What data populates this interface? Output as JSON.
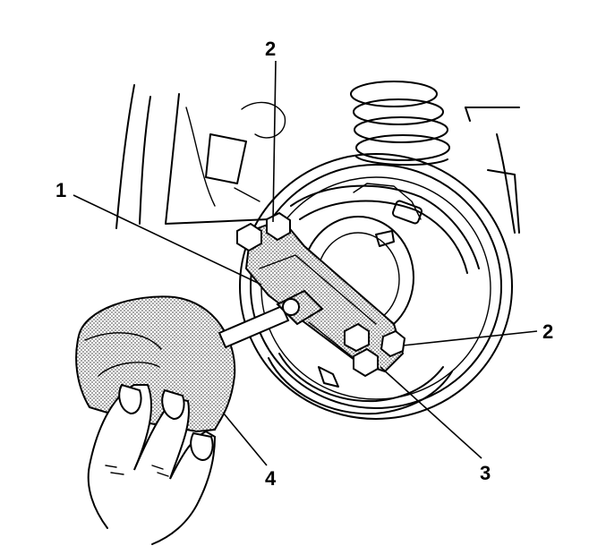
{
  "callouts": [
    {
      "id": "1",
      "text": "1"
    },
    {
      "id": "2a",
      "text": "2"
    },
    {
      "id": "2b",
      "text": "2"
    },
    {
      "id": "3",
      "text": "3"
    },
    {
      "id": "4",
      "text": "4"
    }
  ],
  "colors": {
    "ink": "#000000",
    "stipple": "#9a9a9a",
    "paper": "#ffffff"
  }
}
